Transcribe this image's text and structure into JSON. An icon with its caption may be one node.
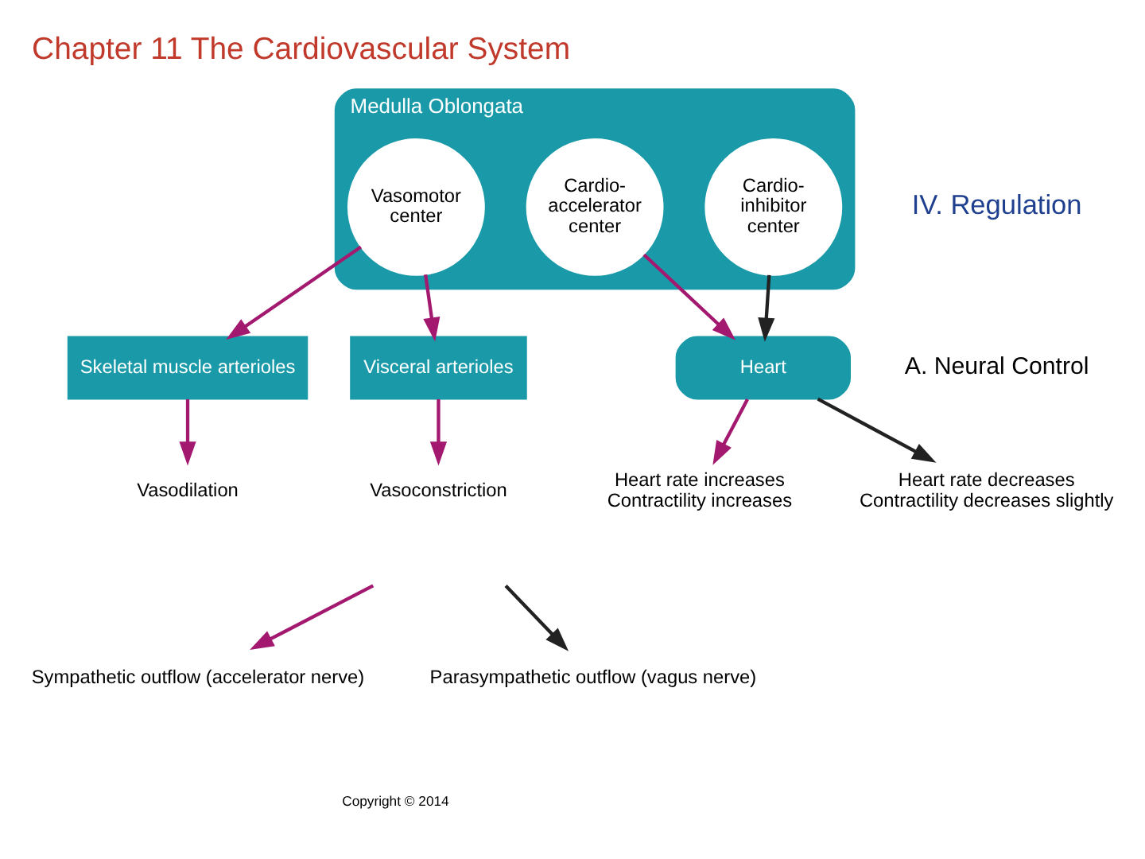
{
  "diagram": {
    "title": "Chapter 11 The Cardiovascular System",
    "nodes": [
      {
        "text": [
          "Medulla Oblongata"
        ]
      },
      {
        "text": [
          "Vasomotor center"
        ],
        "in": 0
      },
      {
        "text": [
          "Cardio- accelerator center"
        ],
        "in": 0
      },
      {
        "text": [
          "Cardio- inhibitor center"
        ],
        "in": 0
      },
      {
        "text": [
          "Skeletal muscle arterioles"
        ]
      },
      {
        "text": [
          "Visceral arterioles"
        ]
      },
      {
        "text": [
          "Heart"
        ]
      },
      {
        "text": [
          "Vasodilation"
        ]
      },
      {
        "text": [
          "Vasoconstriction"
        ]
      },
      {
        "text": [
          "Heart rate increases",
          "Contractility increases"
        ]
      },
      {
        "text": [
          "Heart rate decreases",
          "Contractility decreases slightly"
        ]
      }
    ],
    "edges": [
      {
        "from": 1,
        "to": 4,
        "arrow": "to"
      },
      {
        "from": 1,
        "to": 5,
        "arrow": "to"
      },
      {
        "from": 2,
        "to": 6,
        "arrow": "to"
      },
      {
        "from": 3,
        "to": 6,
        "arrow": "to",
        "color": "#222222"
      },
      {
        "from": 4,
        "to": 7,
        "arrow": "to"
      },
      {
        "from": 5,
        "to": 8,
        "arrow": "to"
      },
      {
        "from": 6,
        "to": 9,
        "arrow": "to"
      },
      {
        "from": 6,
        "to": 10,
        "arrow": "to",
        "color": "#222222"
      }
    ],
    "labels": [
      "IV. Regulation",
      "A. Neural Control",
      "Copyright © 2014"
    ],
    "legend": [
      {
        "text": "Sympathetic outflow (accelerator nerve)"
      },
      {
        "text": "Parasympathetic outflow (vagus nerve)"
      }
    ]
  }
}
